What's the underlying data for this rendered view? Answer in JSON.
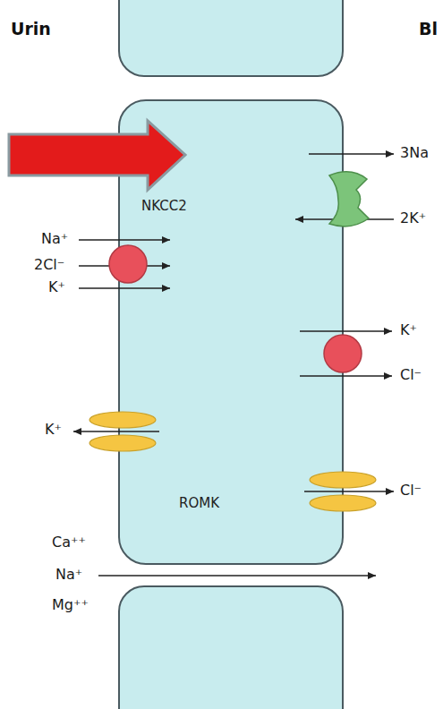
{
  "diagram": {
    "nodes": [
      {
        "text": [
          "NKCC2",
          "ROMK"
        ]
      }
    ],
    "labels": [
      "Urin",
      "Bl",
      "3Na",
      "2K⁺",
      "Na⁺",
      "2Cl⁻",
      "K⁺",
      "K⁺",
      "Cl⁻",
      "K⁺",
      "Cl⁻",
      "Ca⁺⁺",
      "Na⁺",
      "Mg⁺⁺"
    ]
  }
}
